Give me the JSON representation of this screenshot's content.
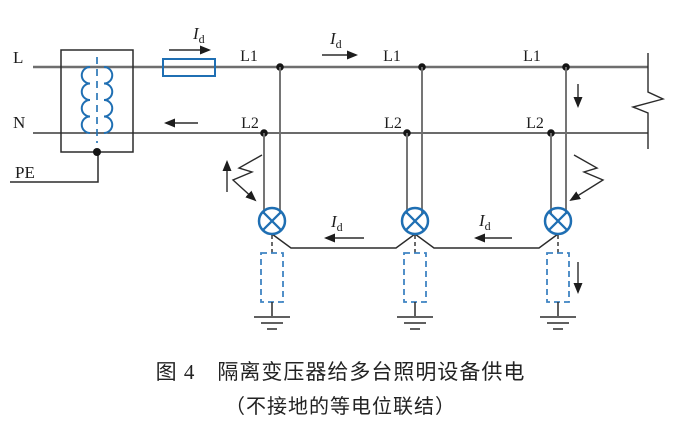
{
  "diagram": {
    "terminals": {
      "l": "L",
      "n": "N",
      "pe": "PE"
    },
    "phase_labels": {
      "l1": "L1",
      "l2": "L2"
    },
    "current": {
      "symbol": "I",
      "subscript": "d"
    },
    "caption": {
      "line1": "图 4　隔离变压器给多台照明设备供电",
      "line2": "（不接地的等电位联结）"
    }
  },
  "colors": {
    "accent_blue": "#1f6fb3",
    "dashed_blue": "#3f84c3",
    "wire_gray": "#6e6e6e",
    "ink": "#2b2b2b"
  }
}
